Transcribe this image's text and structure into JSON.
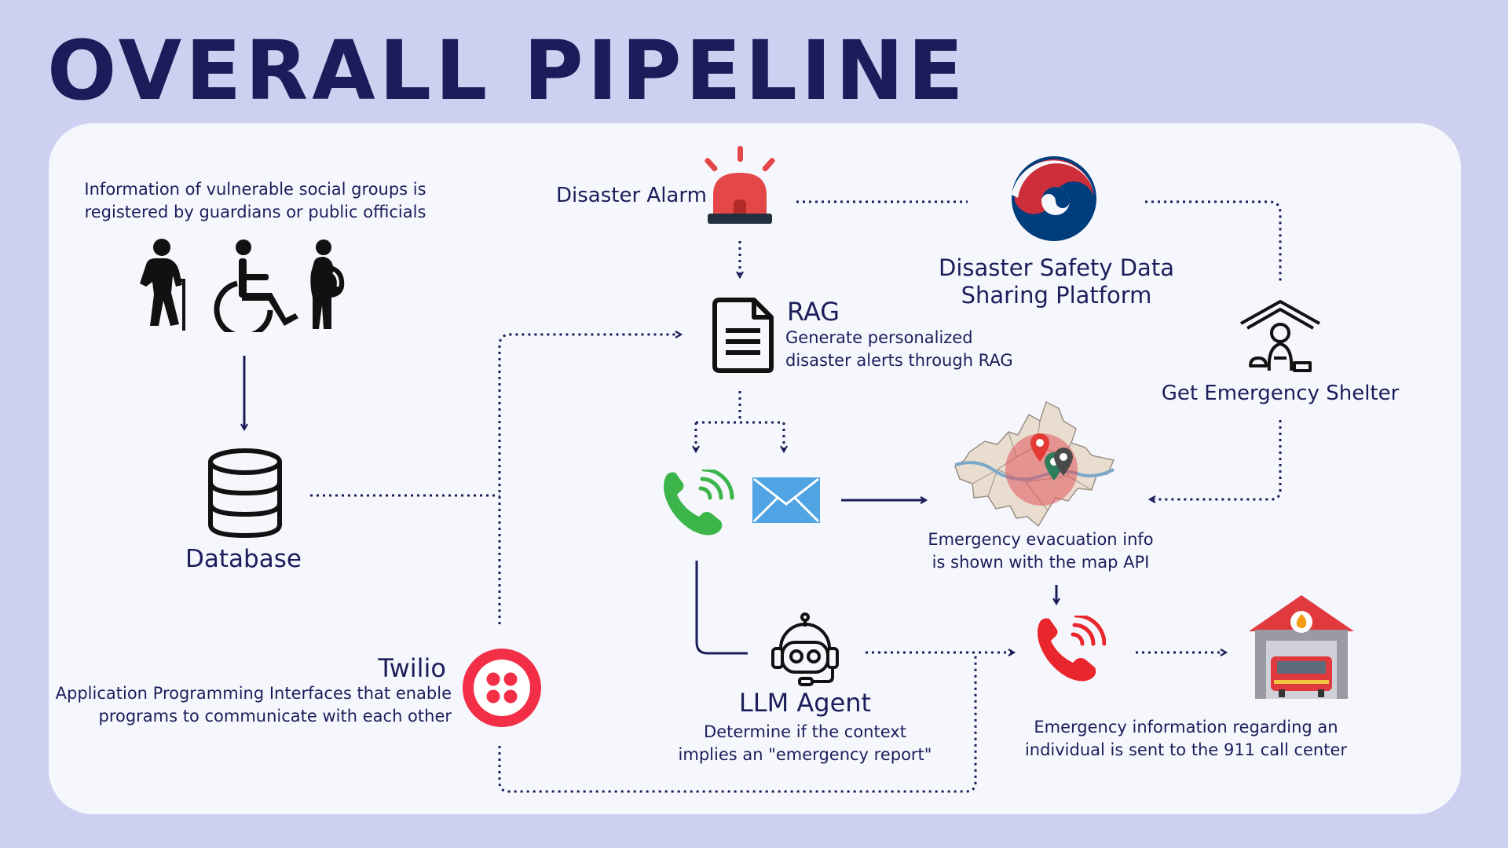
{
  "title": "OVERALL PIPELINE",
  "colors": {
    "background": "#cdd0f1",
    "panel": "#f6f7fd",
    "navy": "#1b1d5a",
    "twilio_red": "#f22f46",
    "alarm_red": "#e34747",
    "call_green": "#3bb54a",
    "mail_blue": "#4fa4e3"
  },
  "vulnerable": {
    "text_line1": "Information of vulnerable social groups is",
    "text_line2": "registered by guardians or public officials",
    "icons": [
      "elderly-icon",
      "wheelchair-icon",
      "pregnant-woman-icon"
    ]
  },
  "database": {
    "label": "Database",
    "icon": "database-icon"
  },
  "twilio": {
    "label": "Twilio",
    "desc_line1": "Application Programming Interfaces that enable",
    "desc_line2": "programs to communicate with each other",
    "icon": "twilio-logo"
  },
  "disaster_alarm": {
    "label": "Disaster Alarm",
    "icon": "siren-icon"
  },
  "platform": {
    "label_line1": "Disaster Safety Data",
    "label_line2": "Sharing Platform",
    "icon": "korea-gov-emblem"
  },
  "rag": {
    "label": "RAG",
    "desc_line1": "Generate personalized",
    "desc_line2": "disaster alerts through RAG",
    "icon": "document-icon"
  },
  "shelter": {
    "label": "Get Emergency Shelter",
    "icon": "shelter-icon"
  },
  "map": {
    "desc_line1": "Emergency evacuation info",
    "desc_line2": "is shown with the map API",
    "icon": "seoul-map-icon"
  },
  "channels": {
    "icons": [
      "phone-call-icon",
      "mail-icon"
    ]
  },
  "llm": {
    "label": "LLM Agent",
    "desc_line1": "Determine if the context",
    "desc_line2": "implies an \"emergency report\"",
    "icon": "robot-agent-icon"
  },
  "emergency": {
    "desc_line1": "Emergency information regarding an",
    "desc_line2": "individual is sent to the 911 call center",
    "icons": [
      "emergency-call-icon",
      "fire-station-icon"
    ]
  }
}
